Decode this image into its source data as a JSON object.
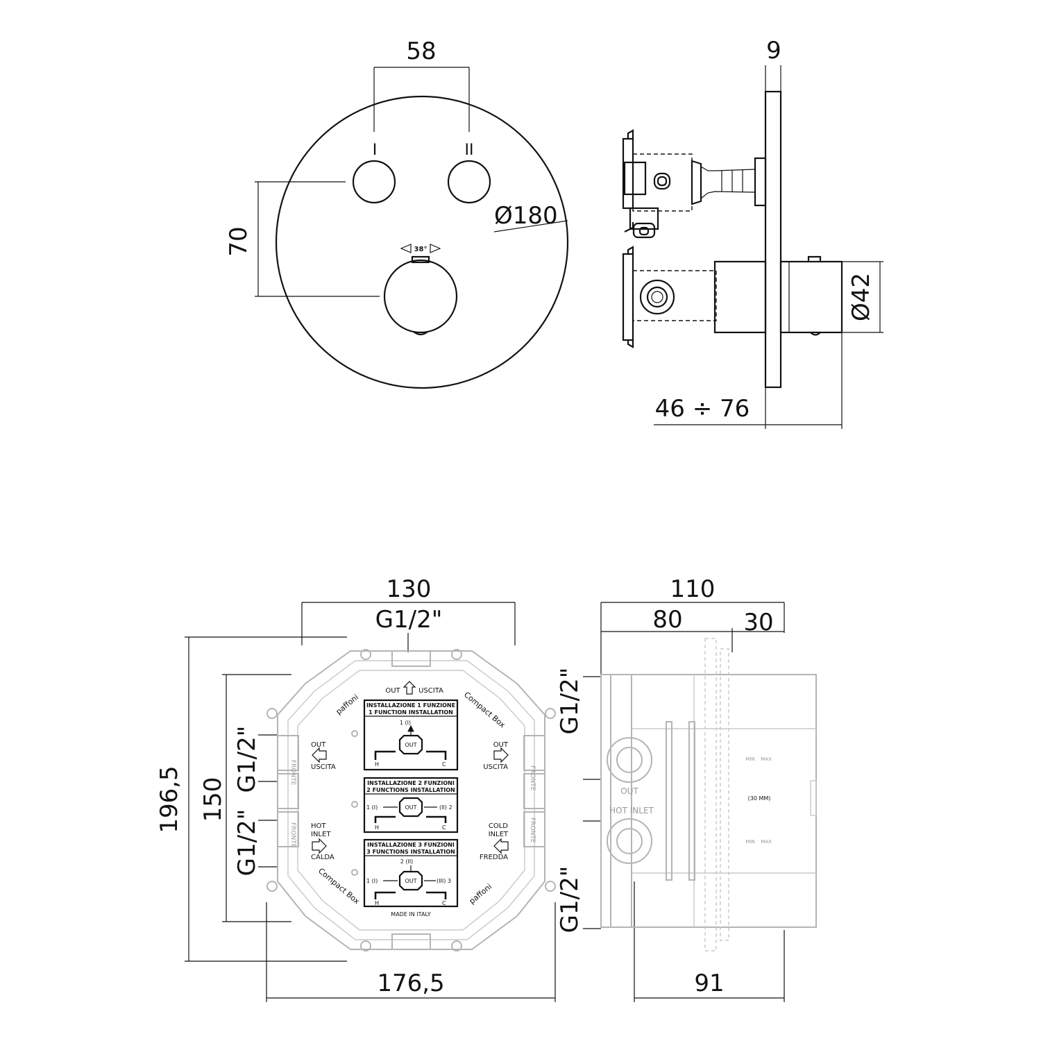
{
  "colors": {
    "line": "#111111",
    "ghost": "#b4b4b4",
    "background": "#ffffff"
  },
  "front_view": {
    "dim_width_buttons": "58",
    "dim_height_buttons": "70",
    "dim_plate_diameter": "Ø180",
    "angle_label": "38°",
    "button_1_mark": "I",
    "button_2_mark": "II"
  },
  "side_view": {
    "dim_plate_thickness": "9",
    "dim_knob_diameter": "Ø42",
    "dim_depth_range": "46 ÷ 76"
  },
  "box_front": {
    "dim_width_top": "130",
    "thread_top": "G1/2\"",
    "dim_height_outer": "196,5",
    "dim_height_inner": "150",
    "thread_left_upper": "G1/2\"",
    "thread_left_lower": "G1/2\"",
    "dim_width_bottom": "176,5",
    "out_top": "OUT",
    "uscita_top": "USCITA",
    "out_left": "OUT",
    "uscita_left": "USCITA",
    "out_right": "OUT",
    "uscita_right": "USCITA",
    "hot": "HOT",
    "inlet_left": "INLET",
    "calda": "CALDA",
    "cold": "COLD",
    "inlet_right": "INLET",
    "fredda": "FREDDA",
    "brand": "paffoni",
    "compact_box": "Compact Box",
    "frontal": "FRONTE",
    "made_in": "MADE IN ITALY",
    "panel1_title_it": "INSTALLAZIONE 1 FUNZIONE",
    "panel1_title_en": "1 FUNCTION INSTALLATION",
    "panel2_title_it": "INSTALLAZIONE 2 FUNZIONI",
    "panel2_title_en": "2 FUNCTIONS INSTALLATION",
    "panel3_title_it": "INSTALLAZIONE 3 FUNZIONI",
    "panel3_title_en": "3 FUNCTIONS INSTALLATION",
    "p_out": "OUT",
    "p_h": "H",
    "p_c": "C",
    "p1_n1": "1 (I)",
    "p2_n1": "1 (I)",
    "p2_n2": "(II) 2",
    "p3_n1": "1 (I)",
    "p3_n2": "2 (II)",
    "p3_n3": "(III) 3"
  },
  "box_side": {
    "dim_total": "110",
    "dim_part_a": "80",
    "dim_part_b": "30",
    "thread_upper": "G1/2\"",
    "thread_lower": "G1/2\"",
    "dim_bottom": "91",
    "out_label": "OUT",
    "hot_inlet": "HOT INLET",
    "min": "MIN",
    "max": "MAX",
    "depth_note": "(30 MM)"
  }
}
